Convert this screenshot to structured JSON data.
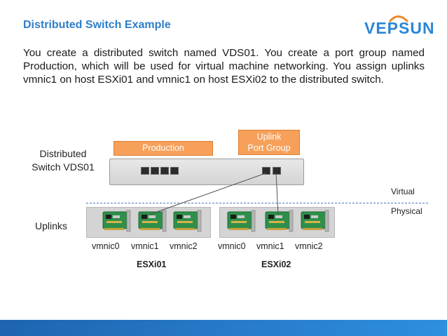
{
  "title": "Distributed Switch Example",
  "logo": "VEPSUN",
  "description": "You create a distributed switch named VDS01. You create a port group named Production, which will be used for virtual machine networking. You assign uplinks vmnic1 on host ESXi01 and vmnic1 on host ESXi02 to the distributed switch.",
  "diagram": {
    "switch_label_line1": "Distributed",
    "switch_label_line2": "Switch VDS01",
    "uplinks_label": "Uplinks",
    "production_label": "Production",
    "uplink_pg_line1": "Uplink",
    "uplink_pg_line2": "Port Group",
    "virtual_label": "Virtual",
    "physical_label": "Physical",
    "hosts": [
      {
        "name": "ESXi01",
        "nics": [
          "vmnic0",
          "vmnic1",
          "vmnic2"
        ]
      },
      {
        "name": "ESXi02",
        "nics": [
          "vmnic0",
          "vmnic1",
          "vmnic2"
        ]
      }
    ]
  },
  "colors": {
    "title": "#2e7ec9",
    "accent_orange": "#f6a05a",
    "footer": "#1e64b0"
  }
}
